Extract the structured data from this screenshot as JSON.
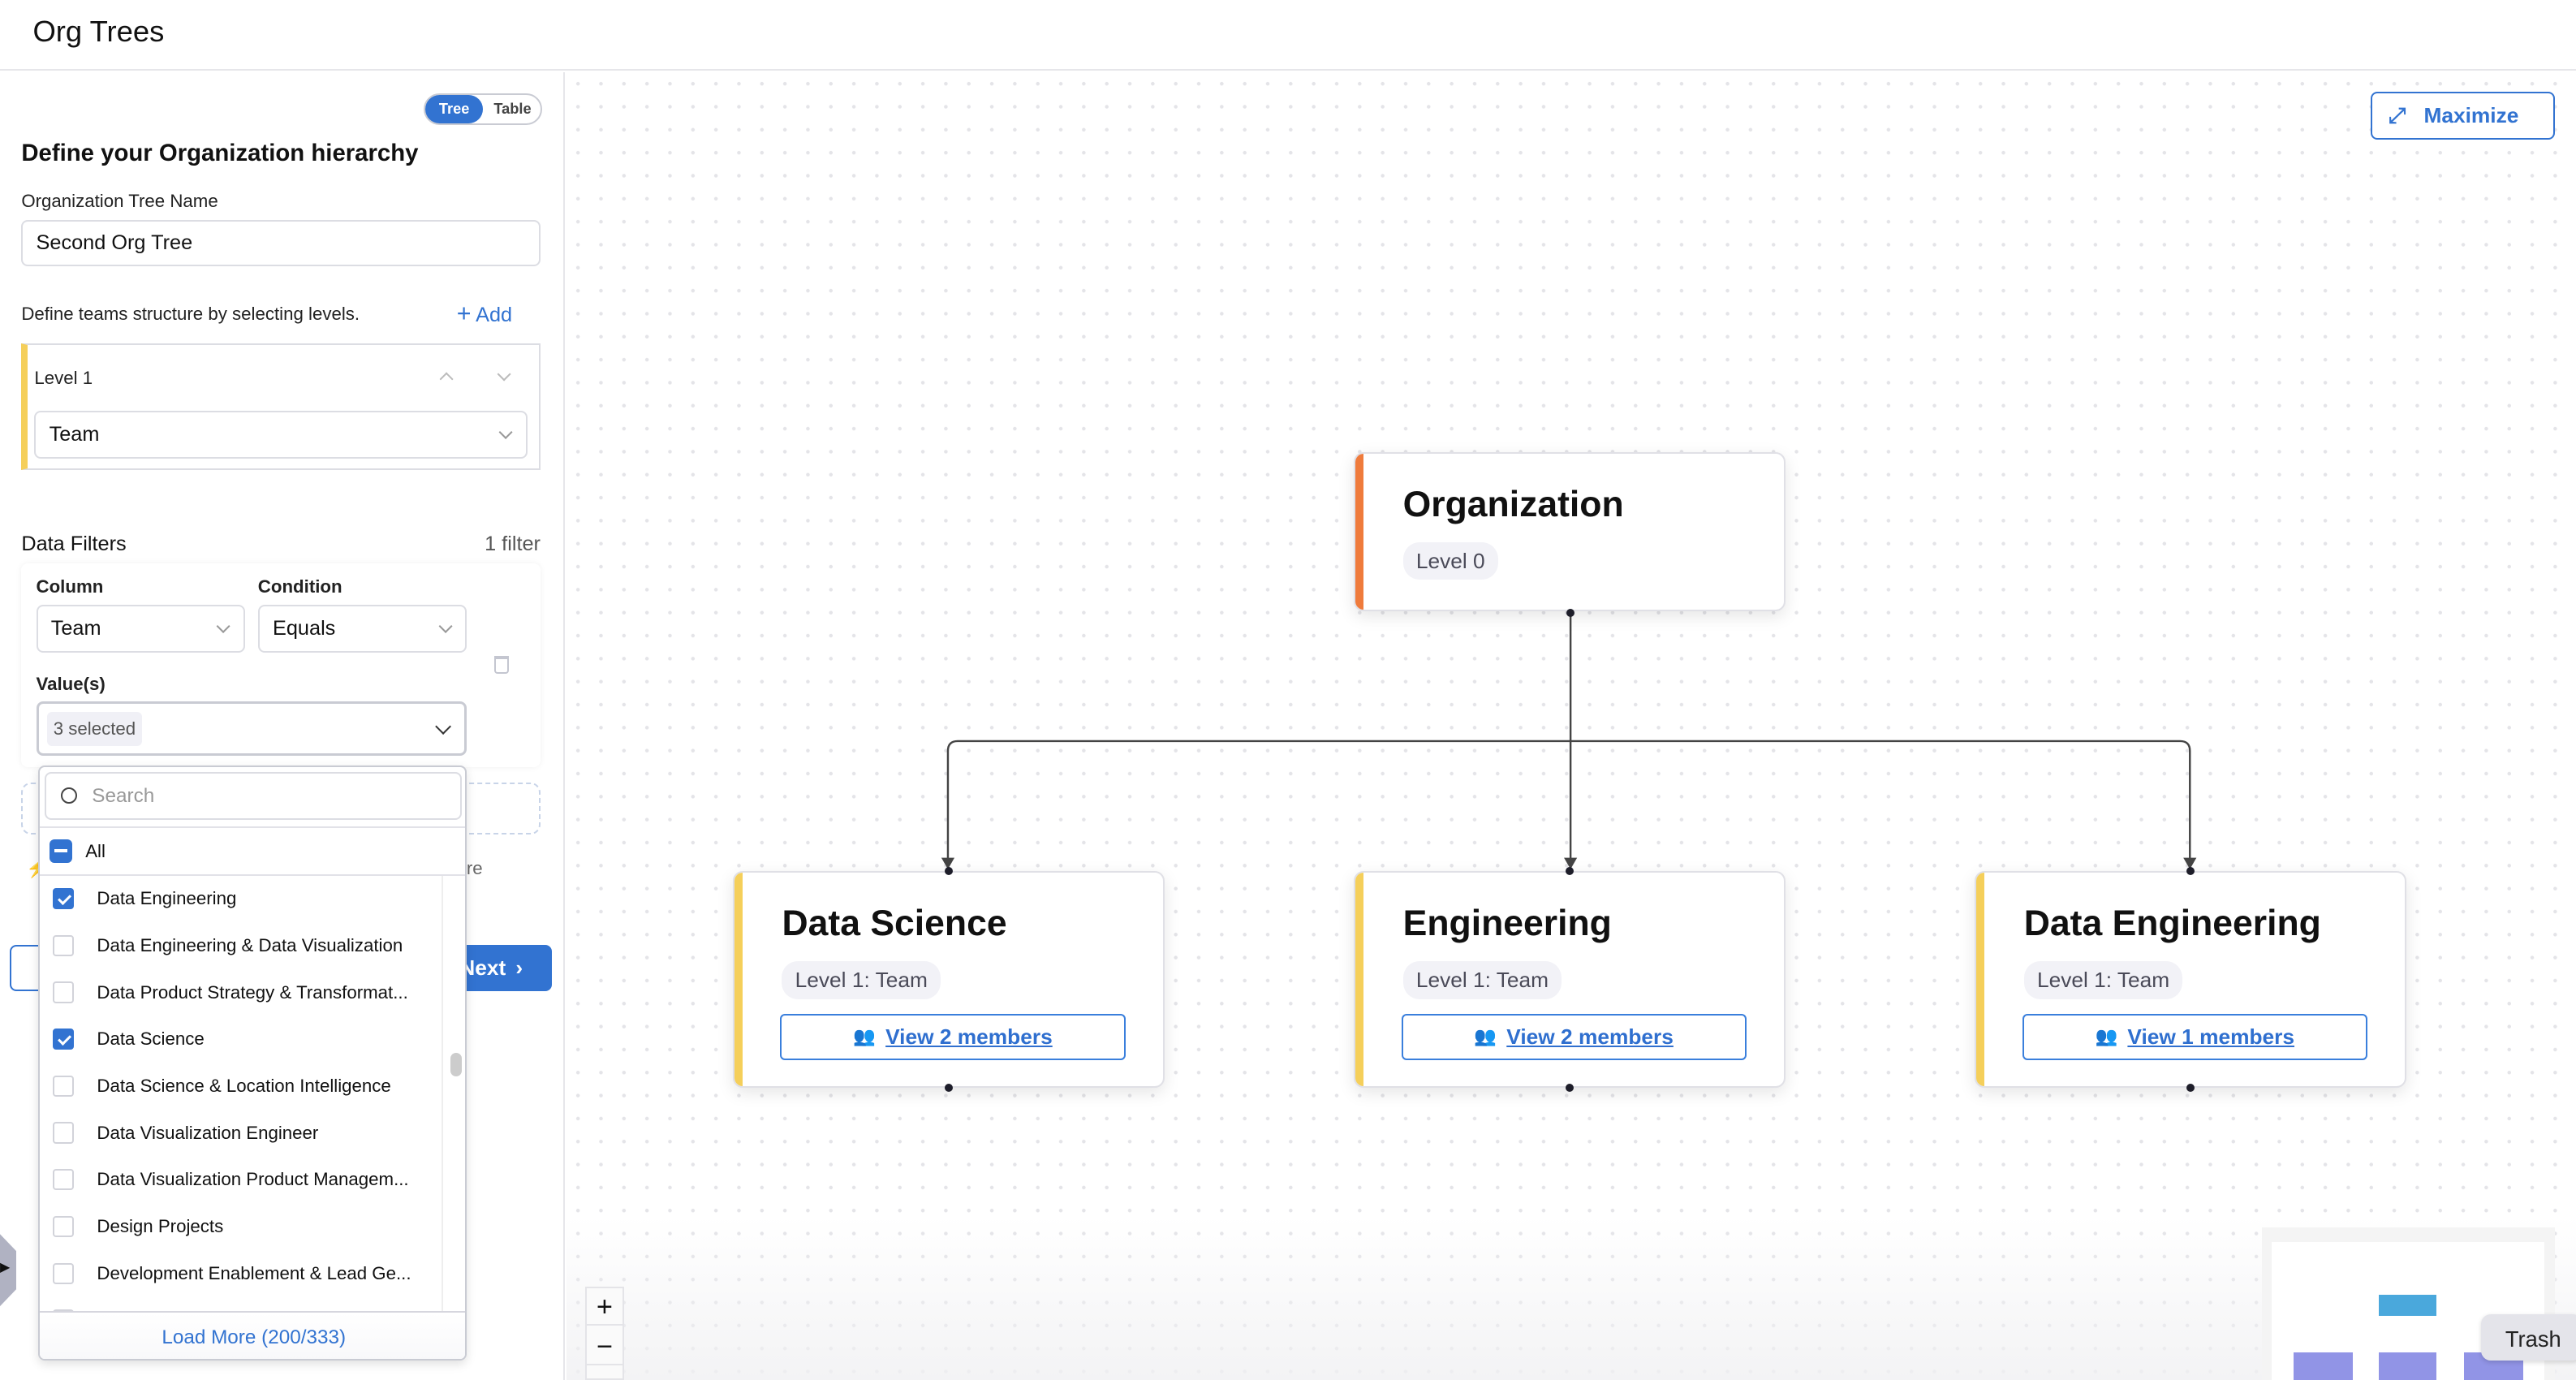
{
  "header": {
    "title": "Org Trees"
  },
  "view_toggle": {
    "options": [
      "Tree",
      "Table"
    ],
    "selected": "Tree"
  },
  "form": {
    "heading": "Define your Organization hierarchy",
    "tree_name_label": "Organization Tree Name",
    "tree_name_value": "Second Org Tree",
    "levels_hint": "Define teams structure by selecting levels.",
    "add_label": "Add",
    "levels": [
      {
        "label": "Level 1",
        "value": "Team"
      }
    ]
  },
  "filters": {
    "title": "Data Filters",
    "count": "1 filter",
    "column_label": "Column",
    "column_value": "Team",
    "condition_label": "Condition",
    "condition_value": "Equals",
    "values_label": "Value(s)",
    "values_selected": "3 selected",
    "hidden_text": "re",
    "next_label": "Next"
  },
  "dropdown": {
    "search_placeholder": "Search",
    "all_label": "All",
    "items": [
      {
        "label": "Data Engineering",
        "checked": true
      },
      {
        "label": "Data Engineering & Data Visualization",
        "checked": false
      },
      {
        "label": "Data Product Strategy & Transformat...",
        "checked": false
      },
      {
        "label": "Data Science",
        "checked": true
      },
      {
        "label": "Data Science & Location Intelligence",
        "checked": false
      },
      {
        "label": "Data Visualization Engineer",
        "checked": false
      },
      {
        "label": "Data Visualization Product Managem...",
        "checked": false
      },
      {
        "label": "Design Projects",
        "checked": false
      },
      {
        "label": "Development Enablement & Lead Ge...",
        "checked": false
      }
    ],
    "load_more": "Load More (200/333)"
  },
  "canvas": {
    "maximize_label": "Maximize",
    "root": {
      "title": "Organization",
      "badge": "Level 0",
      "color": "#ef7b3c"
    },
    "children": [
      {
        "title": "Data Science",
        "badge": "Level 1: Team",
        "members": "View 2 members",
        "color": "#f5cf5a"
      },
      {
        "title": "Engineering",
        "badge": "Level 1: Team",
        "members": "View 2 members",
        "color": "#f5cf5a"
      },
      {
        "title": "Data Engineering",
        "badge": "Level 1: Team",
        "members": "View 1 members",
        "color": "#f5cf5a"
      }
    ],
    "zoom_in": "+",
    "zoom_out": "−",
    "tooltip": "Trash"
  },
  "colors": {
    "accent": "#3273d1",
    "minimap_root": "#4aa8dc",
    "minimap_child": "#9194e6"
  }
}
